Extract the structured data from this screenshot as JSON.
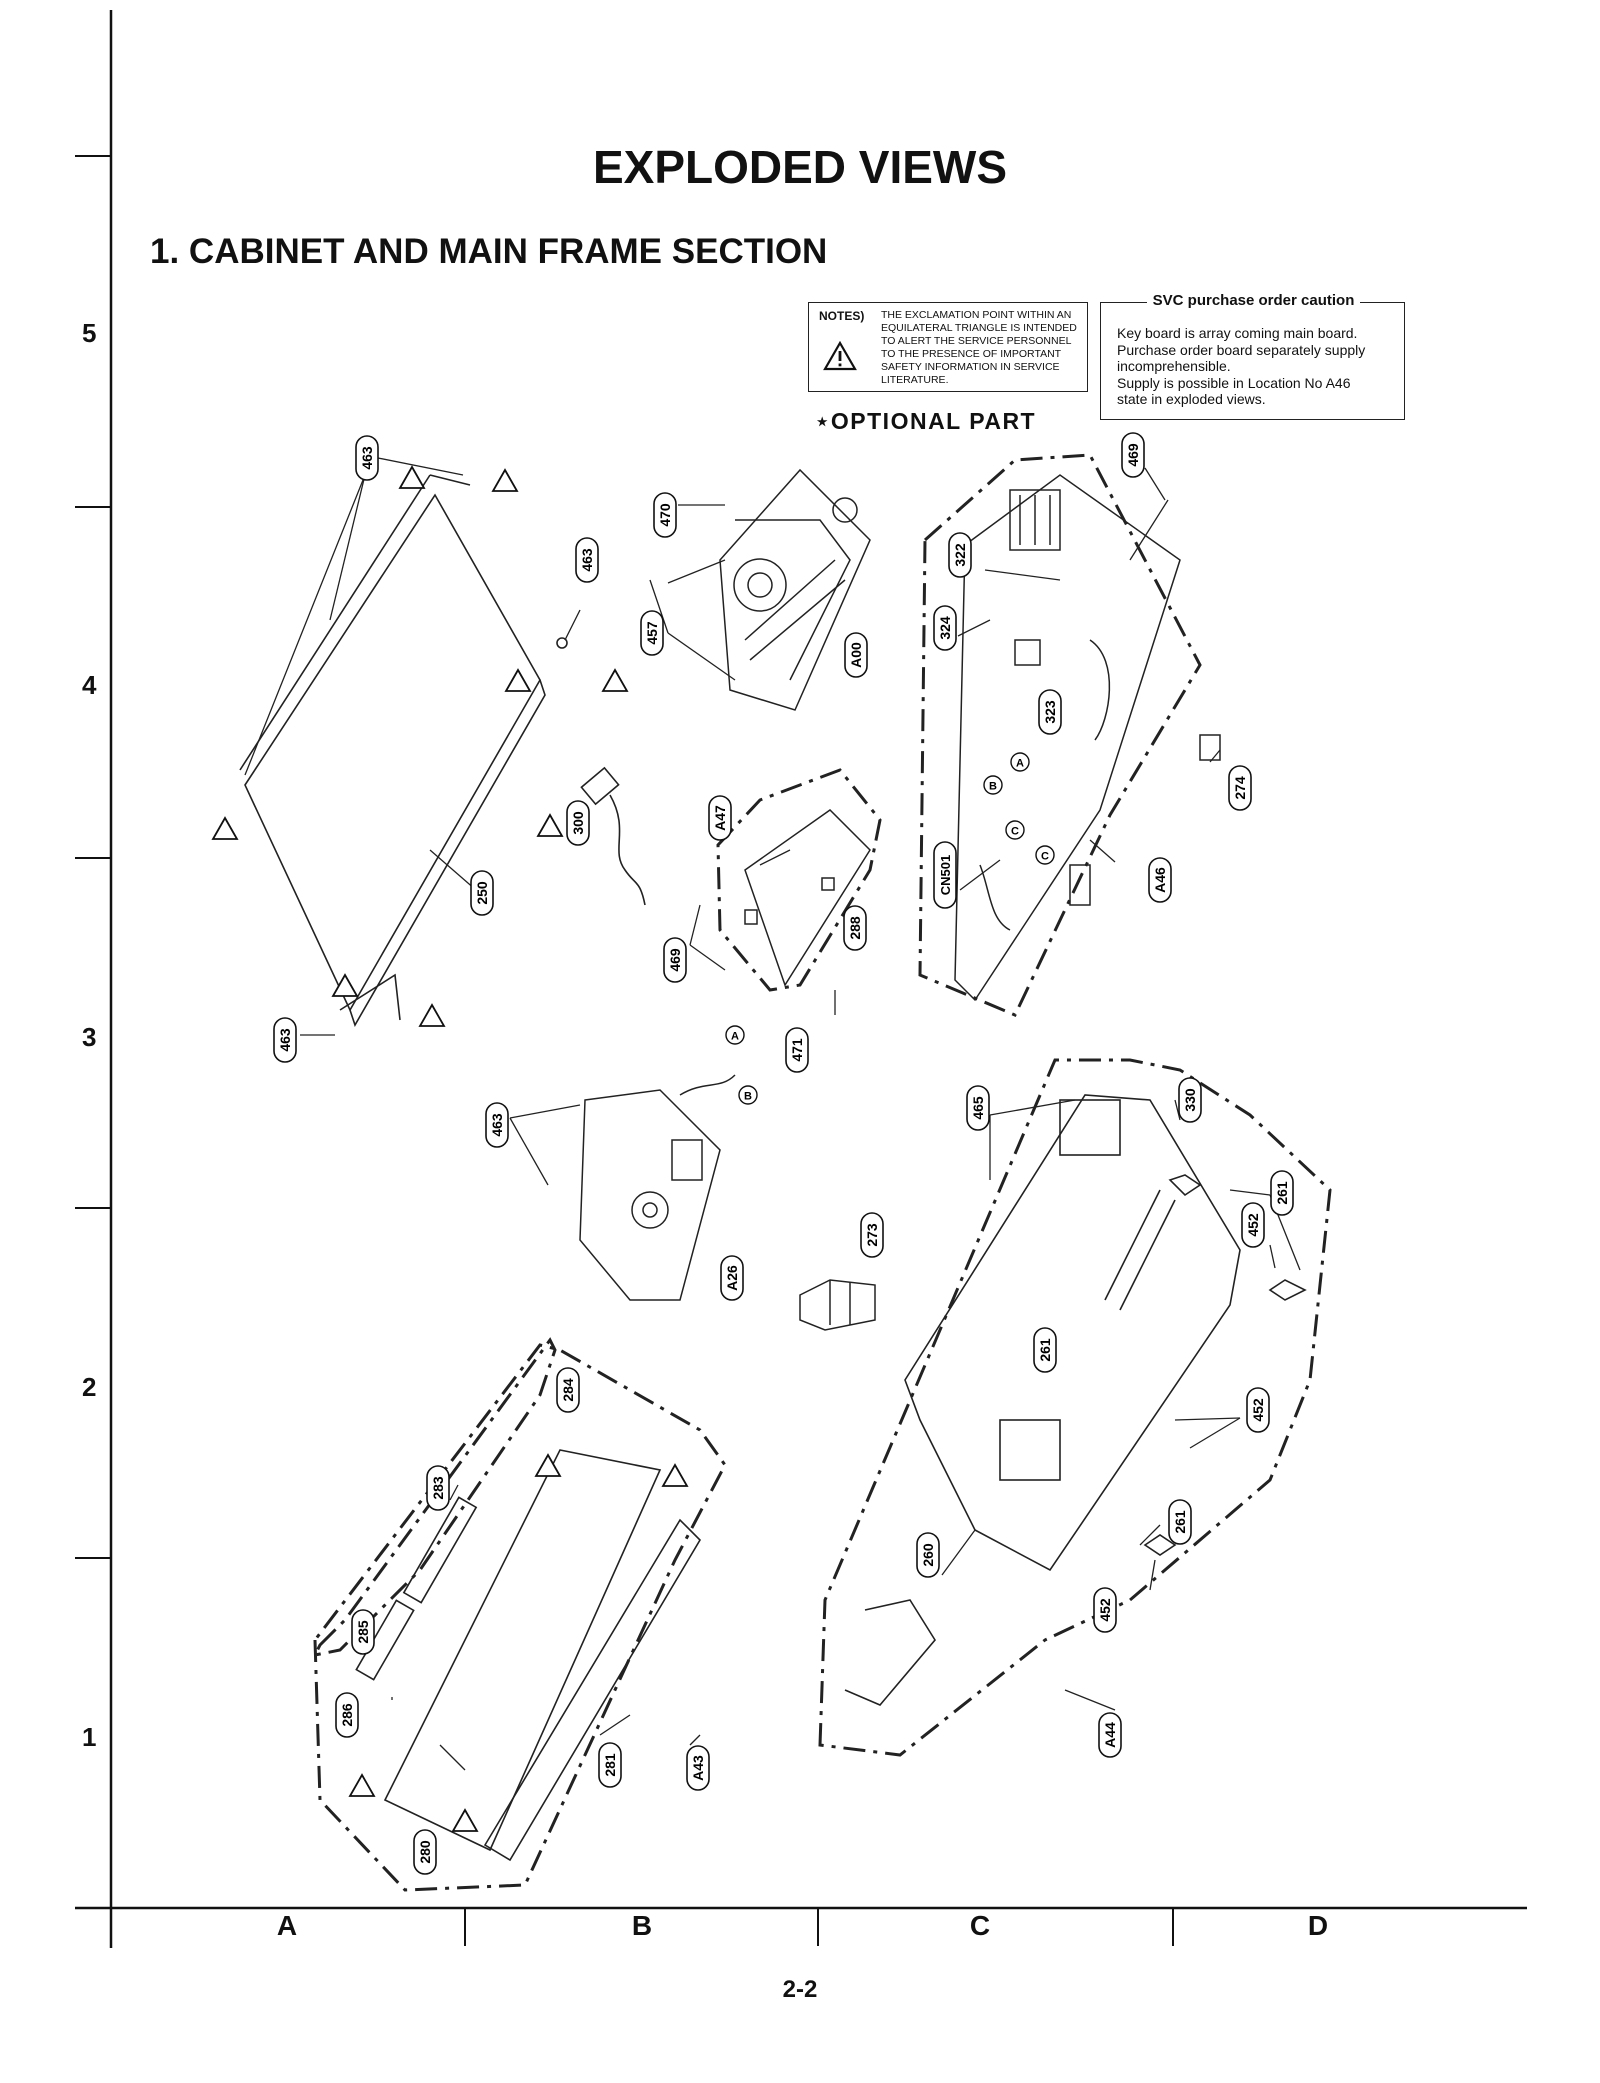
{
  "page": {
    "title": "EXPLODED VIEWS",
    "section_title": "1. CABINET AND MAIN FRAME SECTION",
    "page_number": "2-2"
  },
  "notes": {
    "label": "NOTES)",
    "text": "THE EXCLAMATION POINT WITHIN AN EQUILATERAL TRIANGLE IS INTENDED TO ALERT THE SERVICE PERSONNEL TO THE PRESENCE OF IMPORTANT SAFETY INFORMATION IN SERVICE LITERATURE."
  },
  "svc_caution": {
    "title": "SVC purchase order caution",
    "lines": [
      "Key board is array coming main board.",
      "Purchase order board separately supply",
      "incomprehensible.",
      "Supply is possible in Location No A46",
      "state in exploded views."
    ]
  },
  "optional_part": "⋆OPTIONAL PART",
  "grid": {
    "rows": [
      "5",
      "4",
      "3",
      "2",
      "1"
    ],
    "columns": [
      "A",
      "B",
      "C",
      "D"
    ]
  },
  "callouts": [
    {
      "label": "463"
    },
    {
      "label": "463"
    },
    {
      "label": "463"
    },
    {
      "label": "250"
    },
    {
      "label": "300"
    },
    {
      "label": "470"
    },
    {
      "label": "457"
    },
    {
      "label": "A00"
    },
    {
      "label": "A47"
    },
    {
      "label": "469"
    },
    {
      "label": "288"
    },
    {
      "label": "471"
    },
    {
      "label": "469"
    },
    {
      "label": "322"
    },
    {
      "label": "324"
    },
    {
      "label": "323"
    },
    {
      "label": "CN501"
    },
    {
      "label": "A46"
    },
    {
      "label": "274"
    },
    {
      "label": "463"
    },
    {
      "label": "A26"
    },
    {
      "label": "273"
    },
    {
      "label": "465"
    },
    {
      "label": "330"
    },
    {
      "label": "261"
    },
    {
      "label": "452"
    },
    {
      "label": "261"
    },
    {
      "label": "452"
    },
    {
      "label": "261"
    },
    {
      "label": "452"
    },
    {
      "label": "260"
    },
    {
      "label": "A44"
    },
    {
      "label": "284"
    },
    {
      "label": "283"
    },
    {
      "label": "285"
    },
    {
      "label": "286"
    },
    {
      "label": "280"
    },
    {
      "label": "281"
    },
    {
      "label": "A43"
    }
  ],
  "connector_markers": [
    {
      "label": "A"
    },
    {
      "label": "B"
    },
    {
      "label": "C"
    },
    {
      "label": "C"
    },
    {
      "label": "A"
    },
    {
      "label": "B"
    }
  ]
}
